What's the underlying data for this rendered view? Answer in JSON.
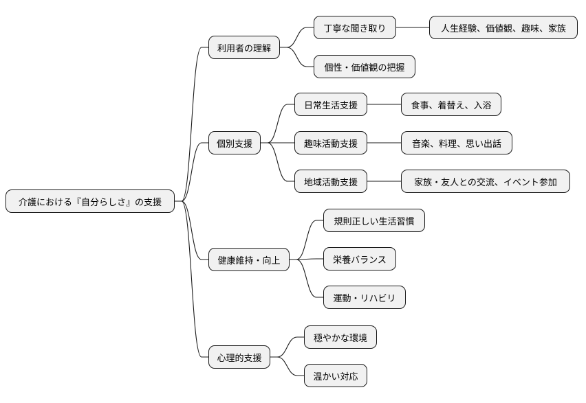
{
  "mindmap": {
    "root": "介護における『自分らしさ』の支援",
    "branches": [
      {
        "label": "利用者の理解",
        "children": [
          {
            "label": "丁寧な聞き取り",
            "children": [
              {
                "label": "人生経験、価値観、趣味、家族"
              }
            ]
          },
          {
            "label": "個性・価値観の把握"
          }
        ]
      },
      {
        "label": "個別支援",
        "children": [
          {
            "label": "日常生活支援",
            "children": [
              {
                "label": "食事、着替え、入浴"
              }
            ]
          },
          {
            "label": "趣味活動支援",
            "children": [
              {
                "label": "音楽、料理、思い出話"
              }
            ]
          },
          {
            "label": "地域活動支援",
            "children": [
              {
                "label": "家族・友人との交流、イベント参加"
              }
            ]
          }
        ]
      },
      {
        "label": "健康維持・向上",
        "children": [
          {
            "label": "規則正しい生活習慣"
          },
          {
            "label": "栄養バランス"
          },
          {
            "label": "運動・リハビリ"
          }
        ]
      },
      {
        "label": "心理的支援",
        "children": [
          {
            "label": "穏やかな環境"
          },
          {
            "label": "温かい対応"
          }
        ]
      }
    ]
  },
  "colors": {
    "node_fill": "#f1f1f1",
    "node_border": "#1a1a1a",
    "line": "#1a1a1a"
  }
}
